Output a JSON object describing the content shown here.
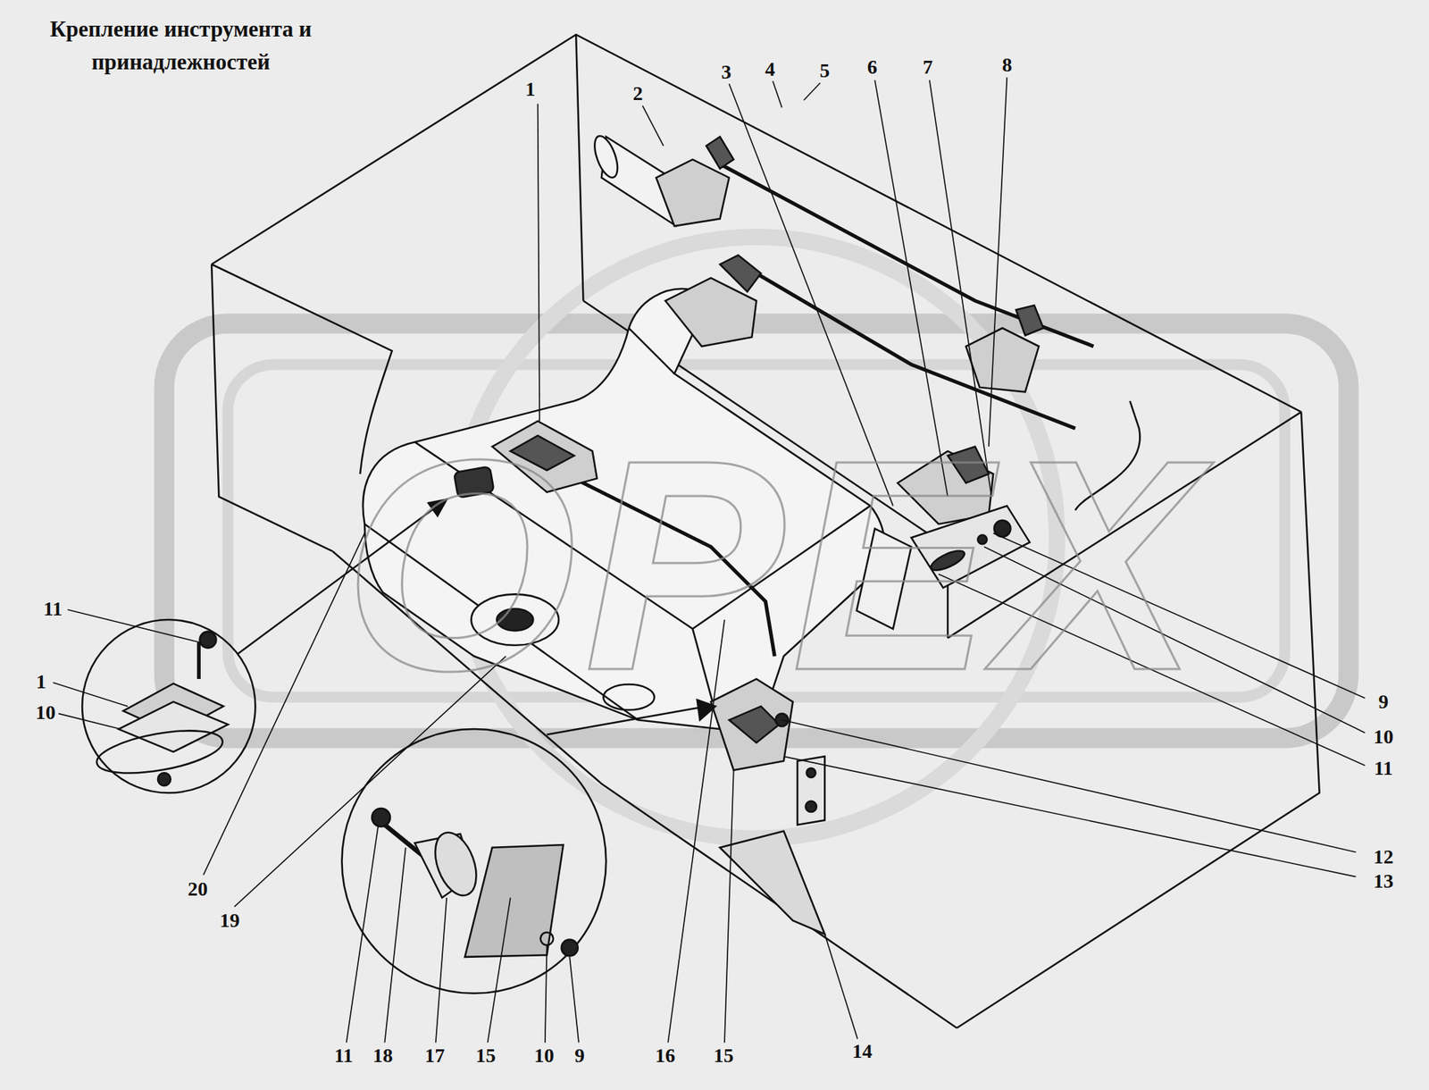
{
  "diagram": {
    "title": "Крепление инструмента и принадлежностей",
    "labels": [
      "1",
      "2",
      "3",
      "4",
      "5",
      "6",
      "7",
      "8",
      "11",
      "1",
      "10",
      "9",
      "10",
      "11",
      "20",
      "19",
      "12",
      "13",
      "11",
      "18",
      "17",
      "15",
      "10",
      "9",
      "16",
      "15",
      "14",
      "OPEX"
    ]
  }
}
